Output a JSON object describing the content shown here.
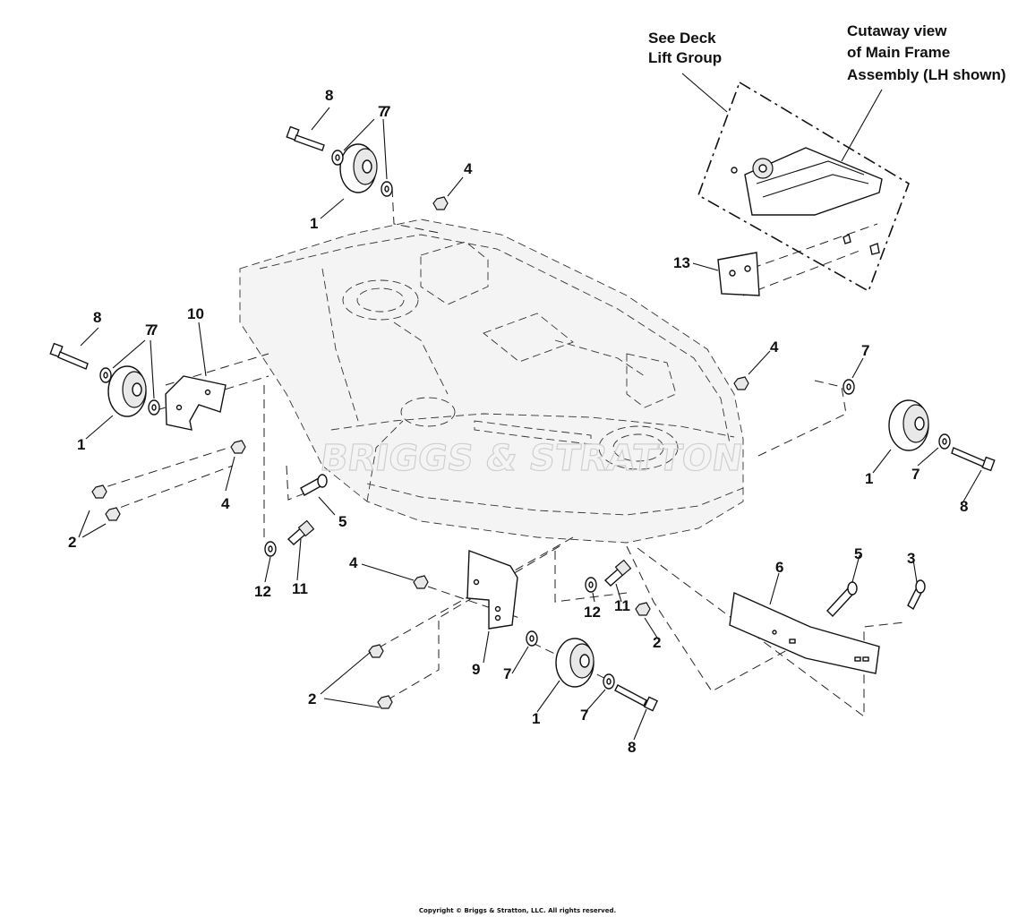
{
  "callouts": {
    "deck_lift_group": [
      "See Deck",
      "Lift Group"
    ],
    "cutaway": [
      "Cutaway view",
      "of Main Frame",
      "Assembly (LH shown)"
    ]
  },
  "part_labels": {
    "p1a": "1",
    "p1b": "1",
    "p1c": "1",
    "p1d": "1",
    "p2a": "2",
    "p2b": "2",
    "p2c": "2",
    "p3": "3",
    "p4a": "4",
    "p4b": "4",
    "p4c": "4",
    "p4d": "4",
    "p5a": "5",
    "p5b": "5",
    "p6": "6",
    "p7a": "7",
    "p7b": "7",
    "p7c": "7",
    "p7d": "7",
    "p7e": "7",
    "p7f": "7",
    "p7g": "7",
    "p7h": "7",
    "p8a": "8",
    "p8b": "8",
    "p8c": "8",
    "p8d": "8",
    "p9": "9",
    "p10": "10",
    "p11a": "11",
    "p11b": "11",
    "p12a": "12",
    "p12b": "12",
    "p13": "13"
  },
  "watermark": "BRIGGS & STRATTON",
  "copyright": "Copyright © Briggs & Stratton, LLC. All rights reserved."
}
